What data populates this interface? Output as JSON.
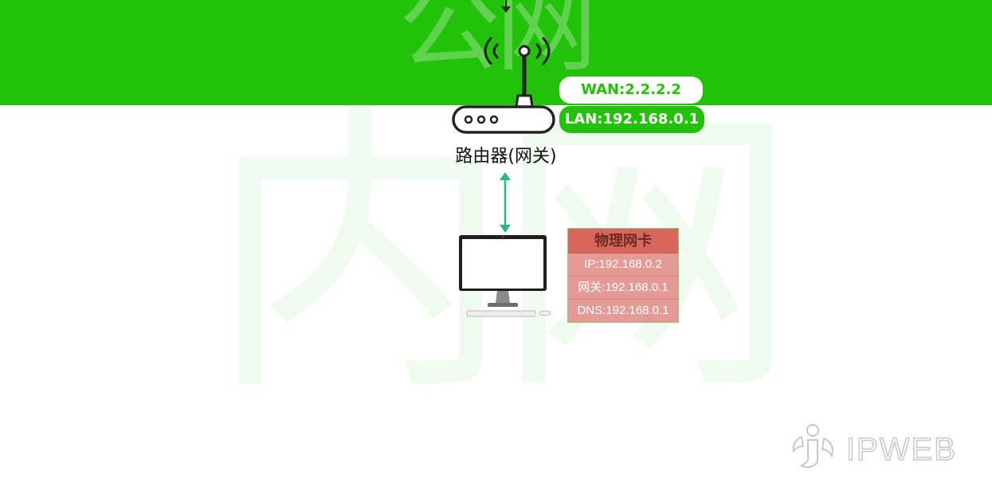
{
  "watermarks": {
    "public_network": "公网",
    "internal_network": "内网"
  },
  "router": {
    "label": "路由器(网关)",
    "wan": "WAN:2.2.2.2",
    "lan": "LAN:192.168.0.1"
  },
  "nic_card": {
    "title": "物理网卡",
    "rows": [
      "IP:192.168.0.2",
      "网关:192.168.0.1",
      "DNS:192.168.0.1"
    ]
  },
  "logo": {
    "text": "IPWEB"
  },
  "colors": {
    "public_band": "#22c10a",
    "link_arrow": "#2bb58a",
    "nic_header": "#d8665c",
    "nic_rows": "#e59a95"
  }
}
